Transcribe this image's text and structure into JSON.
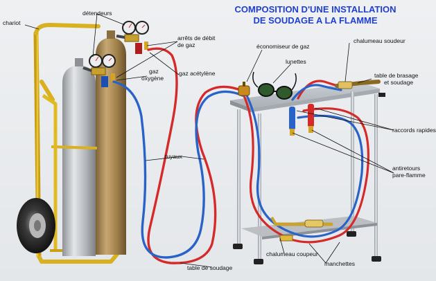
{
  "title": {
    "line1": "COMPOSITION D'UNE INSTALLATION",
    "line2": "DE SOUDAGE A LA FLAMME"
  },
  "labels": {
    "chariot": "chariot",
    "detendeurs": "détendeurs",
    "arrets_1": "arrêts de débit",
    "arrets_2": "de gaz",
    "gaz_oxygene_1": "gaz",
    "gaz_oxygene_2": "oxygène",
    "gaz_acetylene": "gaz acétylène",
    "economiseur": "économiseur de gaz",
    "lunettes": "lunettes",
    "chalumeau_soudeur": "chalumeau soudeur",
    "table_brasage_1": "table de brasage",
    "table_brasage_2": "et soudage",
    "raccords": "raccords rapides",
    "antiretours_1": "antiretours",
    "antiretours_2": "pare-flamme",
    "tuyaux": "tuyaux",
    "chalumeau_coupeur": "chalumeau coupeur",
    "manchettes": "manchettes",
    "table_soudage": "table de soudage"
  },
  "colors": {
    "title": "#1f3fd0",
    "hose_red": "#d42a2a",
    "hose_blue": "#2a63c8",
    "trolley": "#e8c21e",
    "acetylene_cylinder": "#a68552",
    "oxygen_cylinder": "#b9bcc0"
  }
}
